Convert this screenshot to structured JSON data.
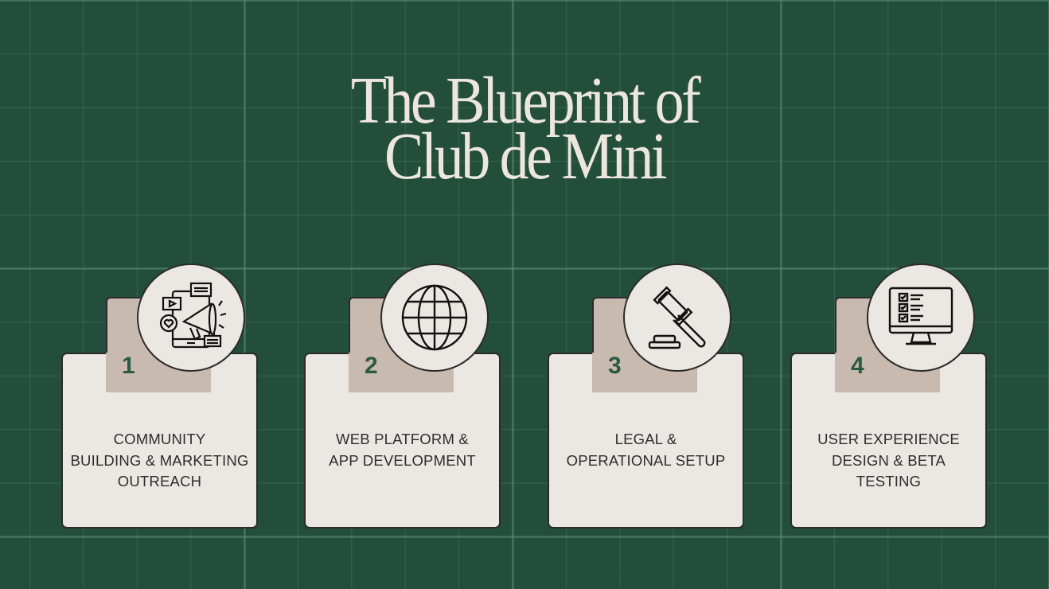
{
  "title": {
    "line1": "The Blueprint of",
    "line2": "Club de Mini"
  },
  "colors": {
    "background": "#234e3c",
    "card": "#ebe7e2",
    "tab": "#c9bab0",
    "number": "#2a5a44",
    "title": "#ece6df"
  },
  "steps": [
    {
      "number": "1",
      "icon": "megaphone-social-media-icon",
      "lines": [
        "COMMUNITY",
        "BUILDING & MARKETING",
        "OUTREACH"
      ]
    },
    {
      "number": "2",
      "icon": "globe-icon",
      "lines": [
        "WEB PLATFORM &",
        "APP DEVELOPMENT"
      ]
    },
    {
      "number": "3",
      "icon": "gavel-icon",
      "lines": [
        "LEGAL &",
        "OPERATIONAL SETUP"
      ]
    },
    {
      "number": "4",
      "icon": "monitor-checklist-icon",
      "lines": [
        "USER EXPERIENCE",
        "DESIGN & BETA",
        "TESTING"
      ]
    }
  ]
}
